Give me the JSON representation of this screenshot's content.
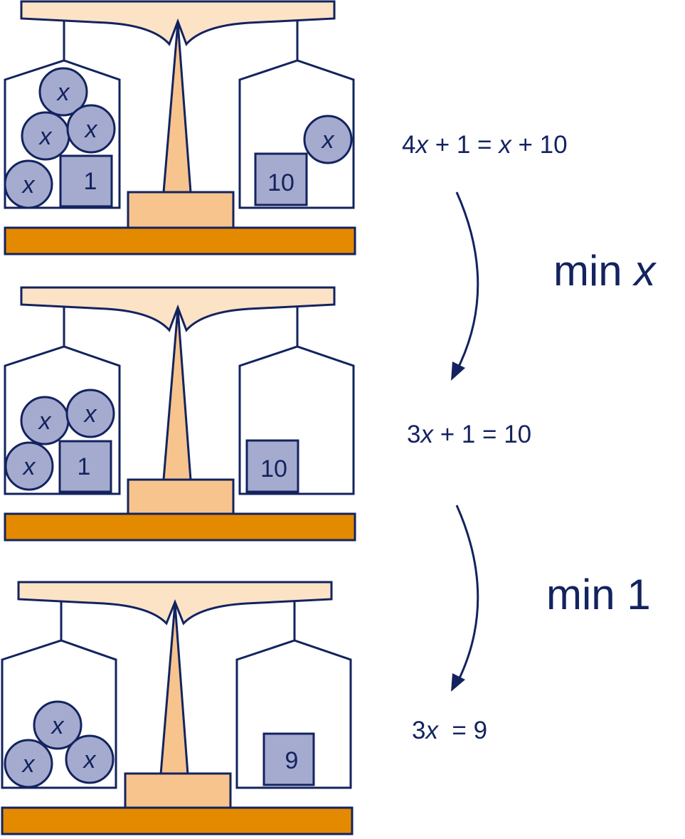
{
  "steps": [
    {
      "left": {
        "x_count": 4,
        "unit_label": "1"
      },
      "right": {
        "x_count": 1,
        "unit_label": "10"
      },
      "equation": {
        "a": "4",
        "var": "x",
        "mid": " + 1 = ",
        "var2": "x",
        "tail": " + 10"
      }
    },
    {
      "left": {
        "x_count": 3,
        "unit_label": "1"
      },
      "right": {
        "x_count": 0,
        "unit_label": "10"
      },
      "equation": {
        "a": "3",
        "var": "x",
        "mid": " + 1 = 10"
      }
    },
    {
      "left": {
        "x_count": 3,
        "unit_label": ""
      },
      "right": {
        "x_count": 0,
        "unit_label": "9"
      },
      "equation": {
        "a": "3",
        "var": "x",
        "mid": "  = 9"
      }
    }
  ],
  "operations": [
    {
      "text": "min ",
      "var": "x"
    },
    {
      "text": "min 1",
      "var": ""
    }
  ],
  "ball_label": "x",
  "colors": {
    "outline": "#13235f",
    "ball_fill": "#a5abcf",
    "beam_fill": "#fde3c6",
    "pillar_fill": "#f7c48e",
    "base_fill": "#e48a00",
    "arrow": "#13235f"
  }
}
